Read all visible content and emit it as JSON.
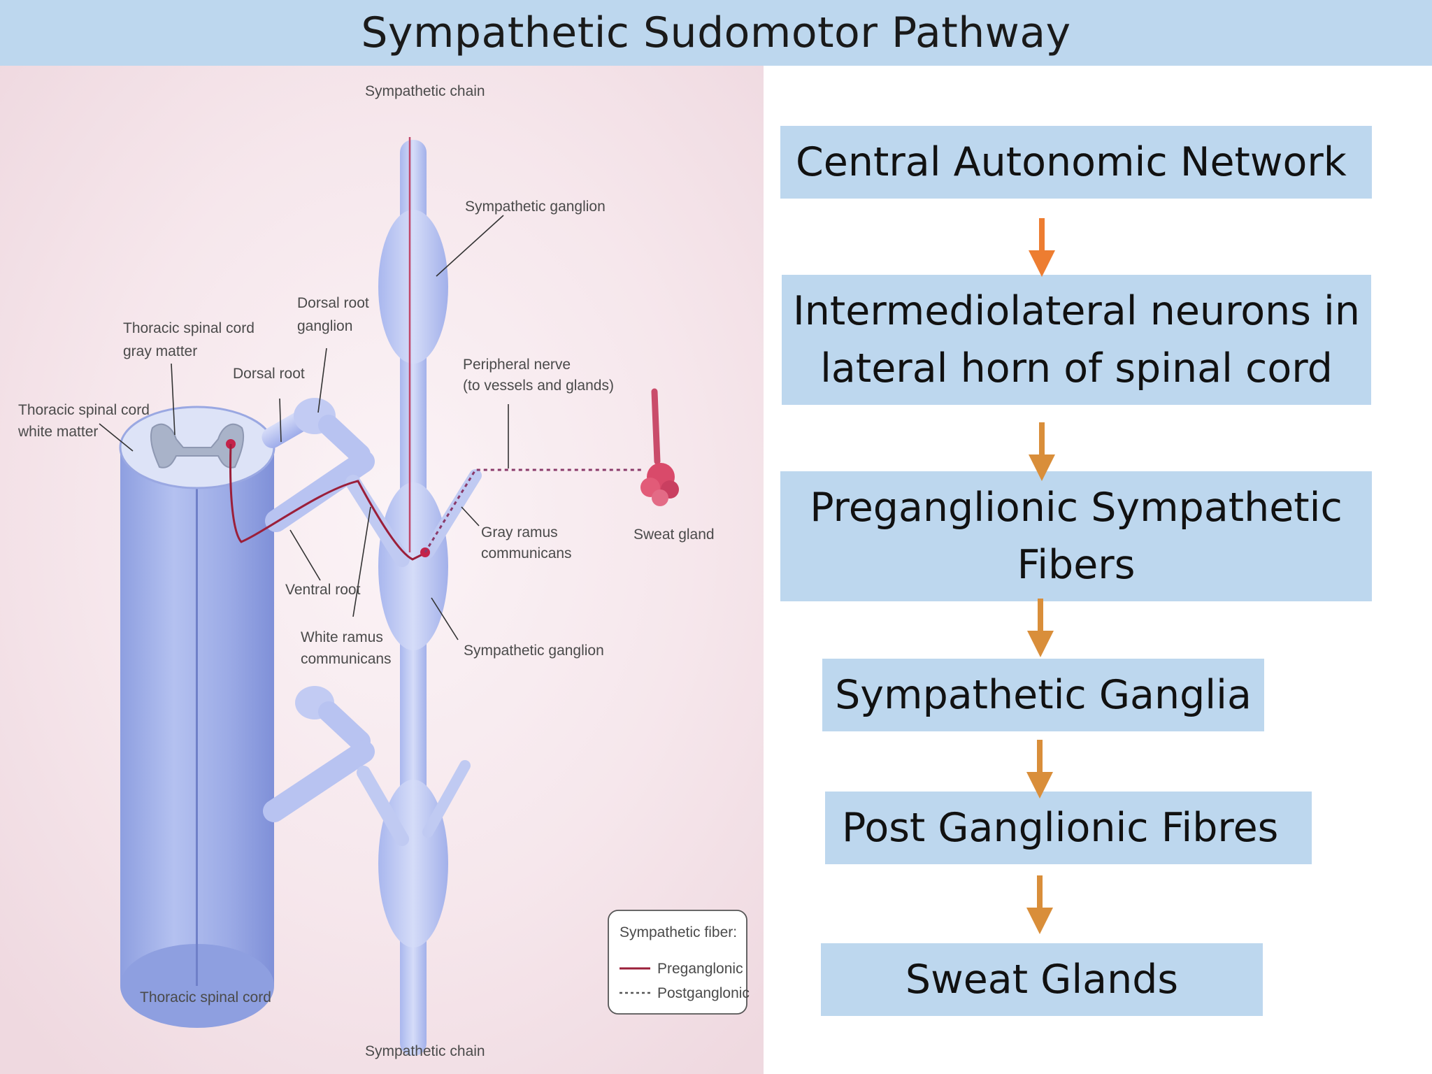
{
  "title": "Sympathetic Sudomotor Pathway",
  "diagram_labels": {
    "sympathetic_chain_top": "Sympathetic chain",
    "sympathetic_ganglion_top": "Sympathetic ganglion",
    "dorsal_root_ganglion_1": "Dorsal root",
    "dorsal_root_ganglion_2": "ganglion",
    "gray_matter_1": "Thoracic spinal cord",
    "gray_matter_2": "gray matter",
    "dorsal_root": "Dorsal root",
    "white_matter_1": "Thoracic spinal cord",
    "white_matter_2": "white matter",
    "peripheral_nerve_1": "Peripheral nerve",
    "peripheral_nerve_2": "(to vessels and glands)",
    "gray_ramus_1": "Gray ramus",
    "gray_ramus_2": "communicans",
    "sweat_gland": "Sweat gland",
    "ventral_root": "Ventral root",
    "white_ramus_1": "White ramus",
    "white_ramus_2": "communicans",
    "sympathetic_ganglion_bottom": "Sympathetic ganglion",
    "thoracic_spinal_cord": "Thoracic spinal cord",
    "sympathetic_chain_bottom": "Sympathetic chain"
  },
  "legend": {
    "title": "Sympathetic fiber:",
    "preganglionic": "Preganglonic",
    "postganglionic": "Postganglonic"
  },
  "flow": [
    {
      "label": "Central Autonomic Network"
    },
    {
      "label": "Intermediolateral neurons in\nlateral horn of spinal cord"
    },
    {
      "label": "Preganglionic Sympathetic\nFibers"
    },
    {
      "label": "Sympathetic Ganglia"
    },
    {
      "label": "Post Ganglionic Fibres"
    },
    {
      "label": "Sweat Glands"
    }
  ],
  "colors": {
    "header_bg": "#bdd7ee",
    "box_bg": "#bdd7ee",
    "arrow_first": "#ed7d31",
    "arrow": "#d98e3a",
    "preganglionic_fiber": "#9b1f3a",
    "postganglionic_fiber": "#8a3a6a"
  }
}
